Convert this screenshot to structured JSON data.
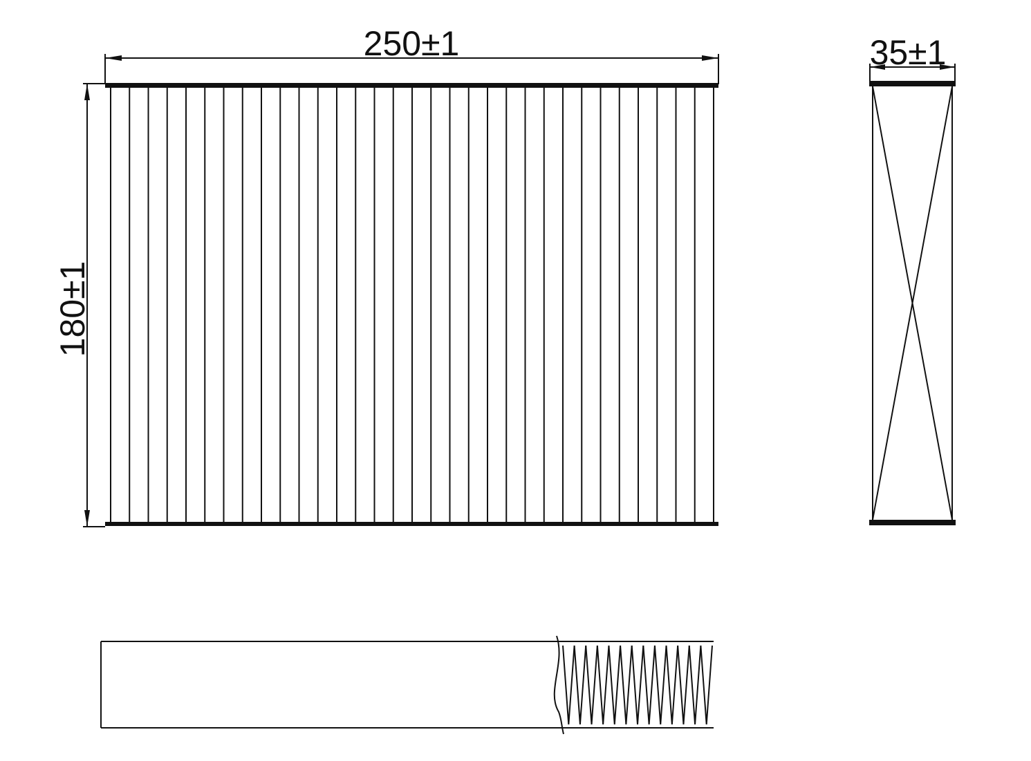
{
  "drawing": {
    "front_view": {
      "width_label": "250±1",
      "height_label": "180±1",
      "pleat_count": 33
    },
    "side_view": {
      "depth_label": "35±1"
    },
    "bottom_view": {
      "pleat_count": 13
    },
    "colors": {
      "line": "#111111",
      "background": "#ffffff"
    }
  }
}
